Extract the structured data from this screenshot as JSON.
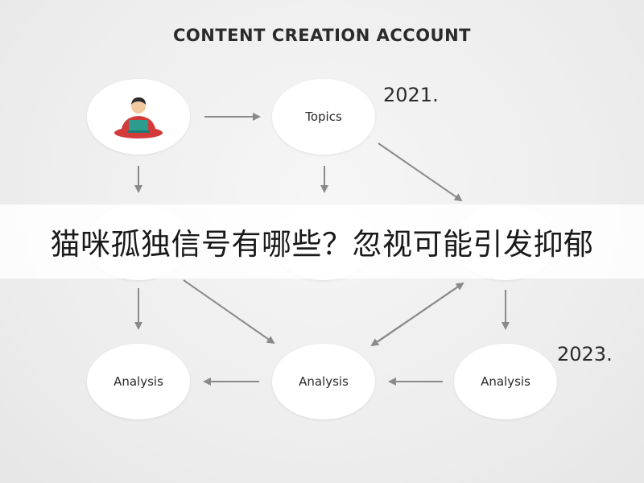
{
  "diagram": {
    "title": "CONTENT CREATION ACCOUNT",
    "years": [
      "2021.",
      "2023."
    ],
    "nodes": {
      "topics": "Topics",
      "analysis_left": "Analysis",
      "analysis_center": "Analysis",
      "analysis_right": "Analysis"
    },
    "icons": {
      "person": "person-at-laptop-icon"
    },
    "colors": {
      "arrow": "#8a8a8a",
      "node": "#ffffff",
      "person_shirt": "#d33b3b",
      "person_laptop": "#2a9d8f"
    }
  },
  "banner": {
    "text": "猫咪孤独信号有哪些？忽视可能引发抑郁"
  }
}
